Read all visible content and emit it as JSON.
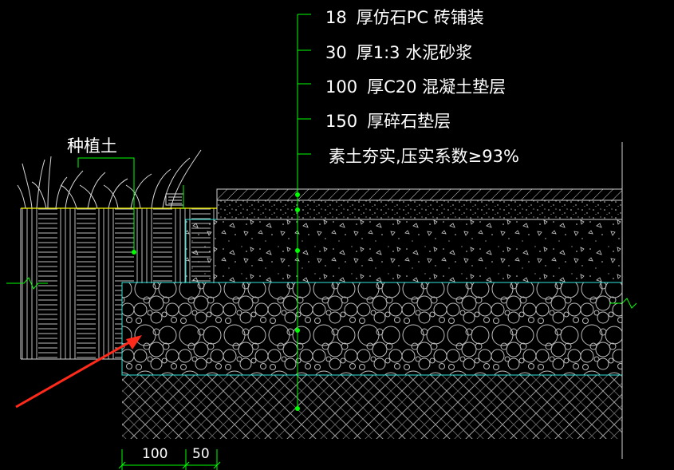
{
  "layers": [
    {
      "thickness": "18",
      "description": "厚仿石PC 砖铺装"
    },
    {
      "thickness": "30",
      "description": "厚1:3  水泥砂浆"
    },
    {
      "thickness": "100",
      "description": "厚C20  混凝土垫层"
    },
    {
      "thickness": "150",
      "description": "厚碎石垫层"
    },
    {
      "thickness": "",
      "description": "素土夯实,压实系数≥93%"
    }
  ],
  "planting_label": "种植土",
  "dimensions": [
    "100",
    "50"
  ],
  "colors": {
    "background": "#000000",
    "leader_green": "#00ff00",
    "outline_cyan": "#2ee6d6",
    "hatch": "#d8d8d8",
    "grass_yellow": "#ffff00",
    "arrow_red": "#ff2a1a"
  }
}
